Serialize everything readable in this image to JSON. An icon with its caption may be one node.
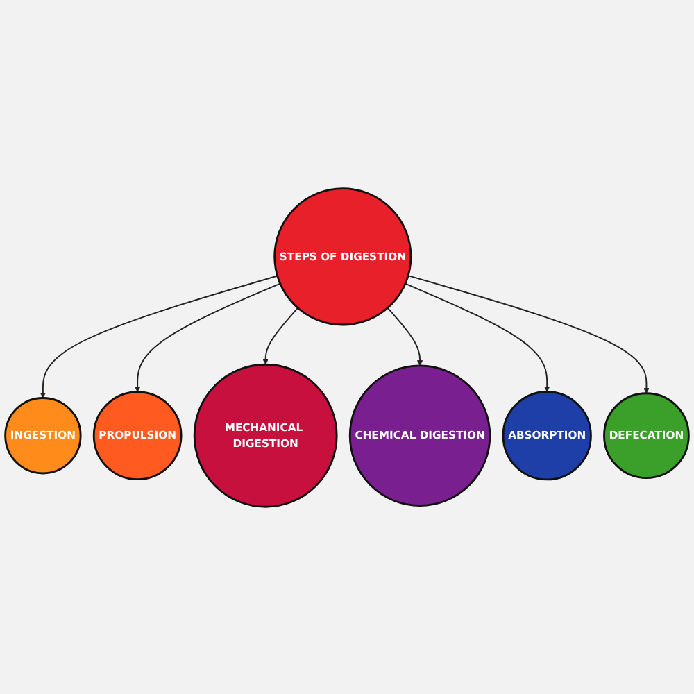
{
  "diagram": {
    "nodes": [
      {
        "text": [
          "STEPS OF DIGESTION"
        ]
      },
      {
        "text": [
          "INGESTION"
        ]
      },
      {
        "text": [
          "PROPULSION"
        ]
      },
      {
        "text": [
          "MECHANICAL DIGESTION"
        ]
      },
      {
        "text": [
          "CHEMICAL DIGESTION"
        ]
      },
      {
        "text": [
          "ABSORPTION"
        ]
      },
      {
        "text": [
          "DEFECATION"
        ]
      }
    ],
    "edges": [
      {
        "from": 0,
        "to": 1,
        "arrow": "to"
      },
      {
        "from": 0,
        "to": 2,
        "arrow": "to"
      },
      {
        "from": 0,
        "to": 3,
        "arrow": "to"
      },
      {
        "from": 0,
        "to": 4,
        "arrow": "to"
      },
      {
        "from": 0,
        "to": 5,
        "arrow": "to"
      },
      {
        "from": 0,
        "to": 6,
        "arrow": "to"
      }
    ]
  }
}
